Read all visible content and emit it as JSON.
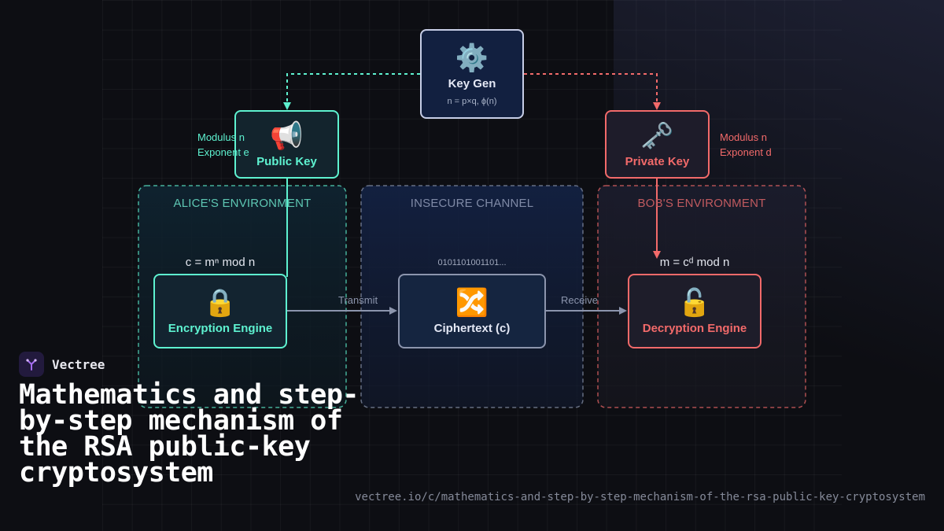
{
  "diagram": {
    "keygen": {
      "icon": "⚙️",
      "label": "Key Gen",
      "formula": "n = p×q, ϕ(n)"
    },
    "public_key": {
      "icon": "📢",
      "label": "Public Key",
      "params": [
        "Modulus n",
        "Exponent e"
      ]
    },
    "private_key": {
      "icon": "🗝️",
      "label": "Private Key",
      "params": [
        "Modulus n",
        "Exponent d"
      ]
    },
    "zones": {
      "alice": "ALICE'S ENVIRONMENT",
      "channel": "INSECURE CHANNEL",
      "bob": "BOB'S ENVIRONMENT"
    },
    "encryption": {
      "icon": "🔒",
      "label": "Encryption Engine",
      "formula": "c = mⁿ mod n"
    },
    "ciphertext": {
      "icon": "🔀",
      "label": "Ciphertext (c)",
      "bits": "0101101001101..."
    },
    "decryption": {
      "icon": "🔓",
      "label": "Decryption Engine",
      "formula": "m = cᵈ mod n"
    },
    "edges": {
      "transmit": "Transmit",
      "receive": "Receive"
    }
  },
  "colors": {
    "public": "#5ef2d0",
    "private": "#f26a6a",
    "neutral": "#8c95ad",
    "keygen_border": "#c6cde6"
  },
  "brand": {
    "name": "Vectree",
    "logo_icon": "tree-logo-icon"
  },
  "page": {
    "title": "Mathematics and step-by-step mechanism of the RSA public-key cryptosystem",
    "url": "vectree.io/c/mathematics-and-step-by-step-mechanism-of-the-rsa-public-key-cryptosystem"
  }
}
